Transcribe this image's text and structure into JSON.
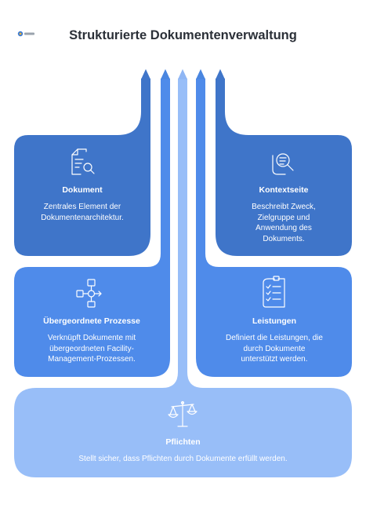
{
  "header": {
    "title": "Strukturierte Dokumentenverwaltung"
  },
  "colors": {
    "dark_blue": "#3f75c9",
    "mid_blue": "#4f8bea",
    "light_blue": "#98bef8",
    "arrow_mid": "#4a86e0",
    "arrow_light": "#8fb6f4"
  },
  "cards": {
    "dokument": {
      "icon": "document-search-icon",
      "title": "Dokument",
      "lines": [
        "Zentrales Element der",
        "Dokumentenarchitektur."
      ]
    },
    "kontextseite": {
      "icon": "magnifier-document-icon",
      "title": "Kontextseite",
      "lines": [
        "Beschreibt Zweck,",
        "Zielgruppe und",
        "Anwendung des",
        "Dokuments."
      ]
    },
    "prozesse": {
      "icon": "process-flow-icon",
      "title": "Übergeordnete Prozesse",
      "lines": [
        "Verknüpft Dokumente mit",
        "übergeordneten Facility-",
        "Management-Prozessen."
      ]
    },
    "leistungen": {
      "icon": "checklist-icon",
      "title": "Leistungen",
      "lines": [
        "Definiert die Leistungen, die",
        "durch Dokumente",
        "unterstützt werden."
      ]
    },
    "pflichten": {
      "icon": "scales-icon",
      "title": "Pflichten",
      "lines": [
        "Stellt sicher, dass Pflichten durch Dokumente erfüllt werden."
      ]
    }
  }
}
